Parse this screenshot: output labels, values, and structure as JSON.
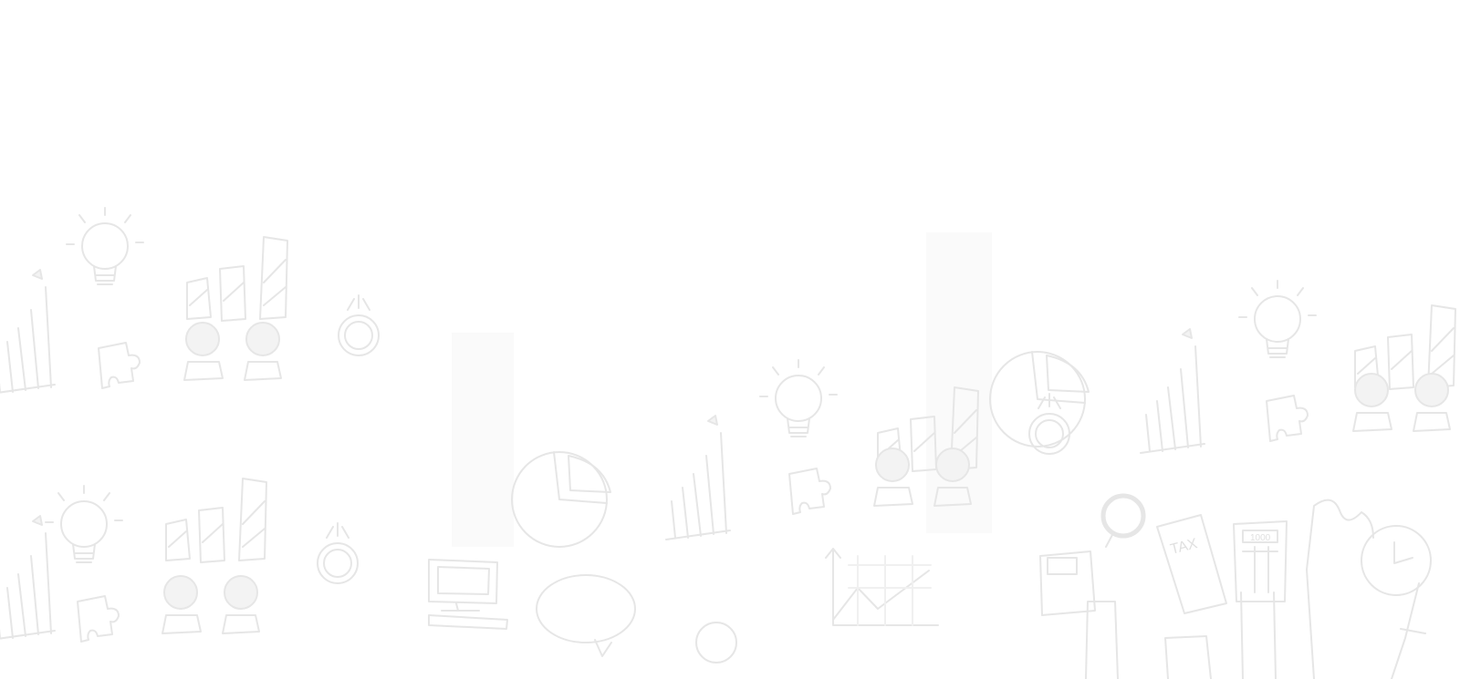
{
  "background": {
    "illustration": "business-doodles",
    "lettering": [
      "TAX",
      "1000"
    ],
    "stroke_color": "#e6e6e6",
    "background_color": "#ffffff"
  }
}
